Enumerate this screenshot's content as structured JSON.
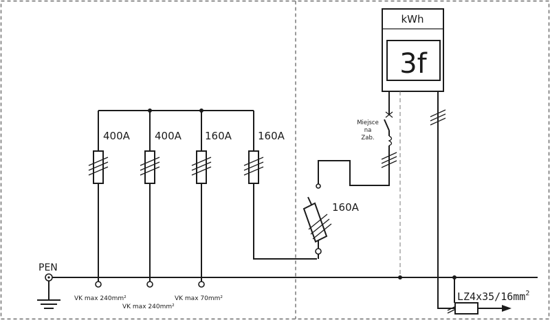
{
  "meter": {
    "unit_label": "kWh",
    "phase_label": "3f"
  },
  "fuses": [
    {
      "rating": "400A"
    },
    {
      "rating": "400A"
    },
    {
      "rating": "160A"
    },
    {
      "rating": "160A"
    }
  ],
  "main_fuse": {
    "rating": "160A"
  },
  "seal_label": {
    "line1": "Miejsce",
    "line2": "na",
    "line3": "Zab."
  },
  "pen_label": "PEN",
  "outgoing": [
    {
      "label": "VK max 240mm²"
    },
    {
      "label": "VK max 240mm²"
    },
    {
      "label": "VK max 70mm²"
    }
  ],
  "cable": {
    "label": "LZ4x35/16mm",
    "superscript": "2"
  }
}
